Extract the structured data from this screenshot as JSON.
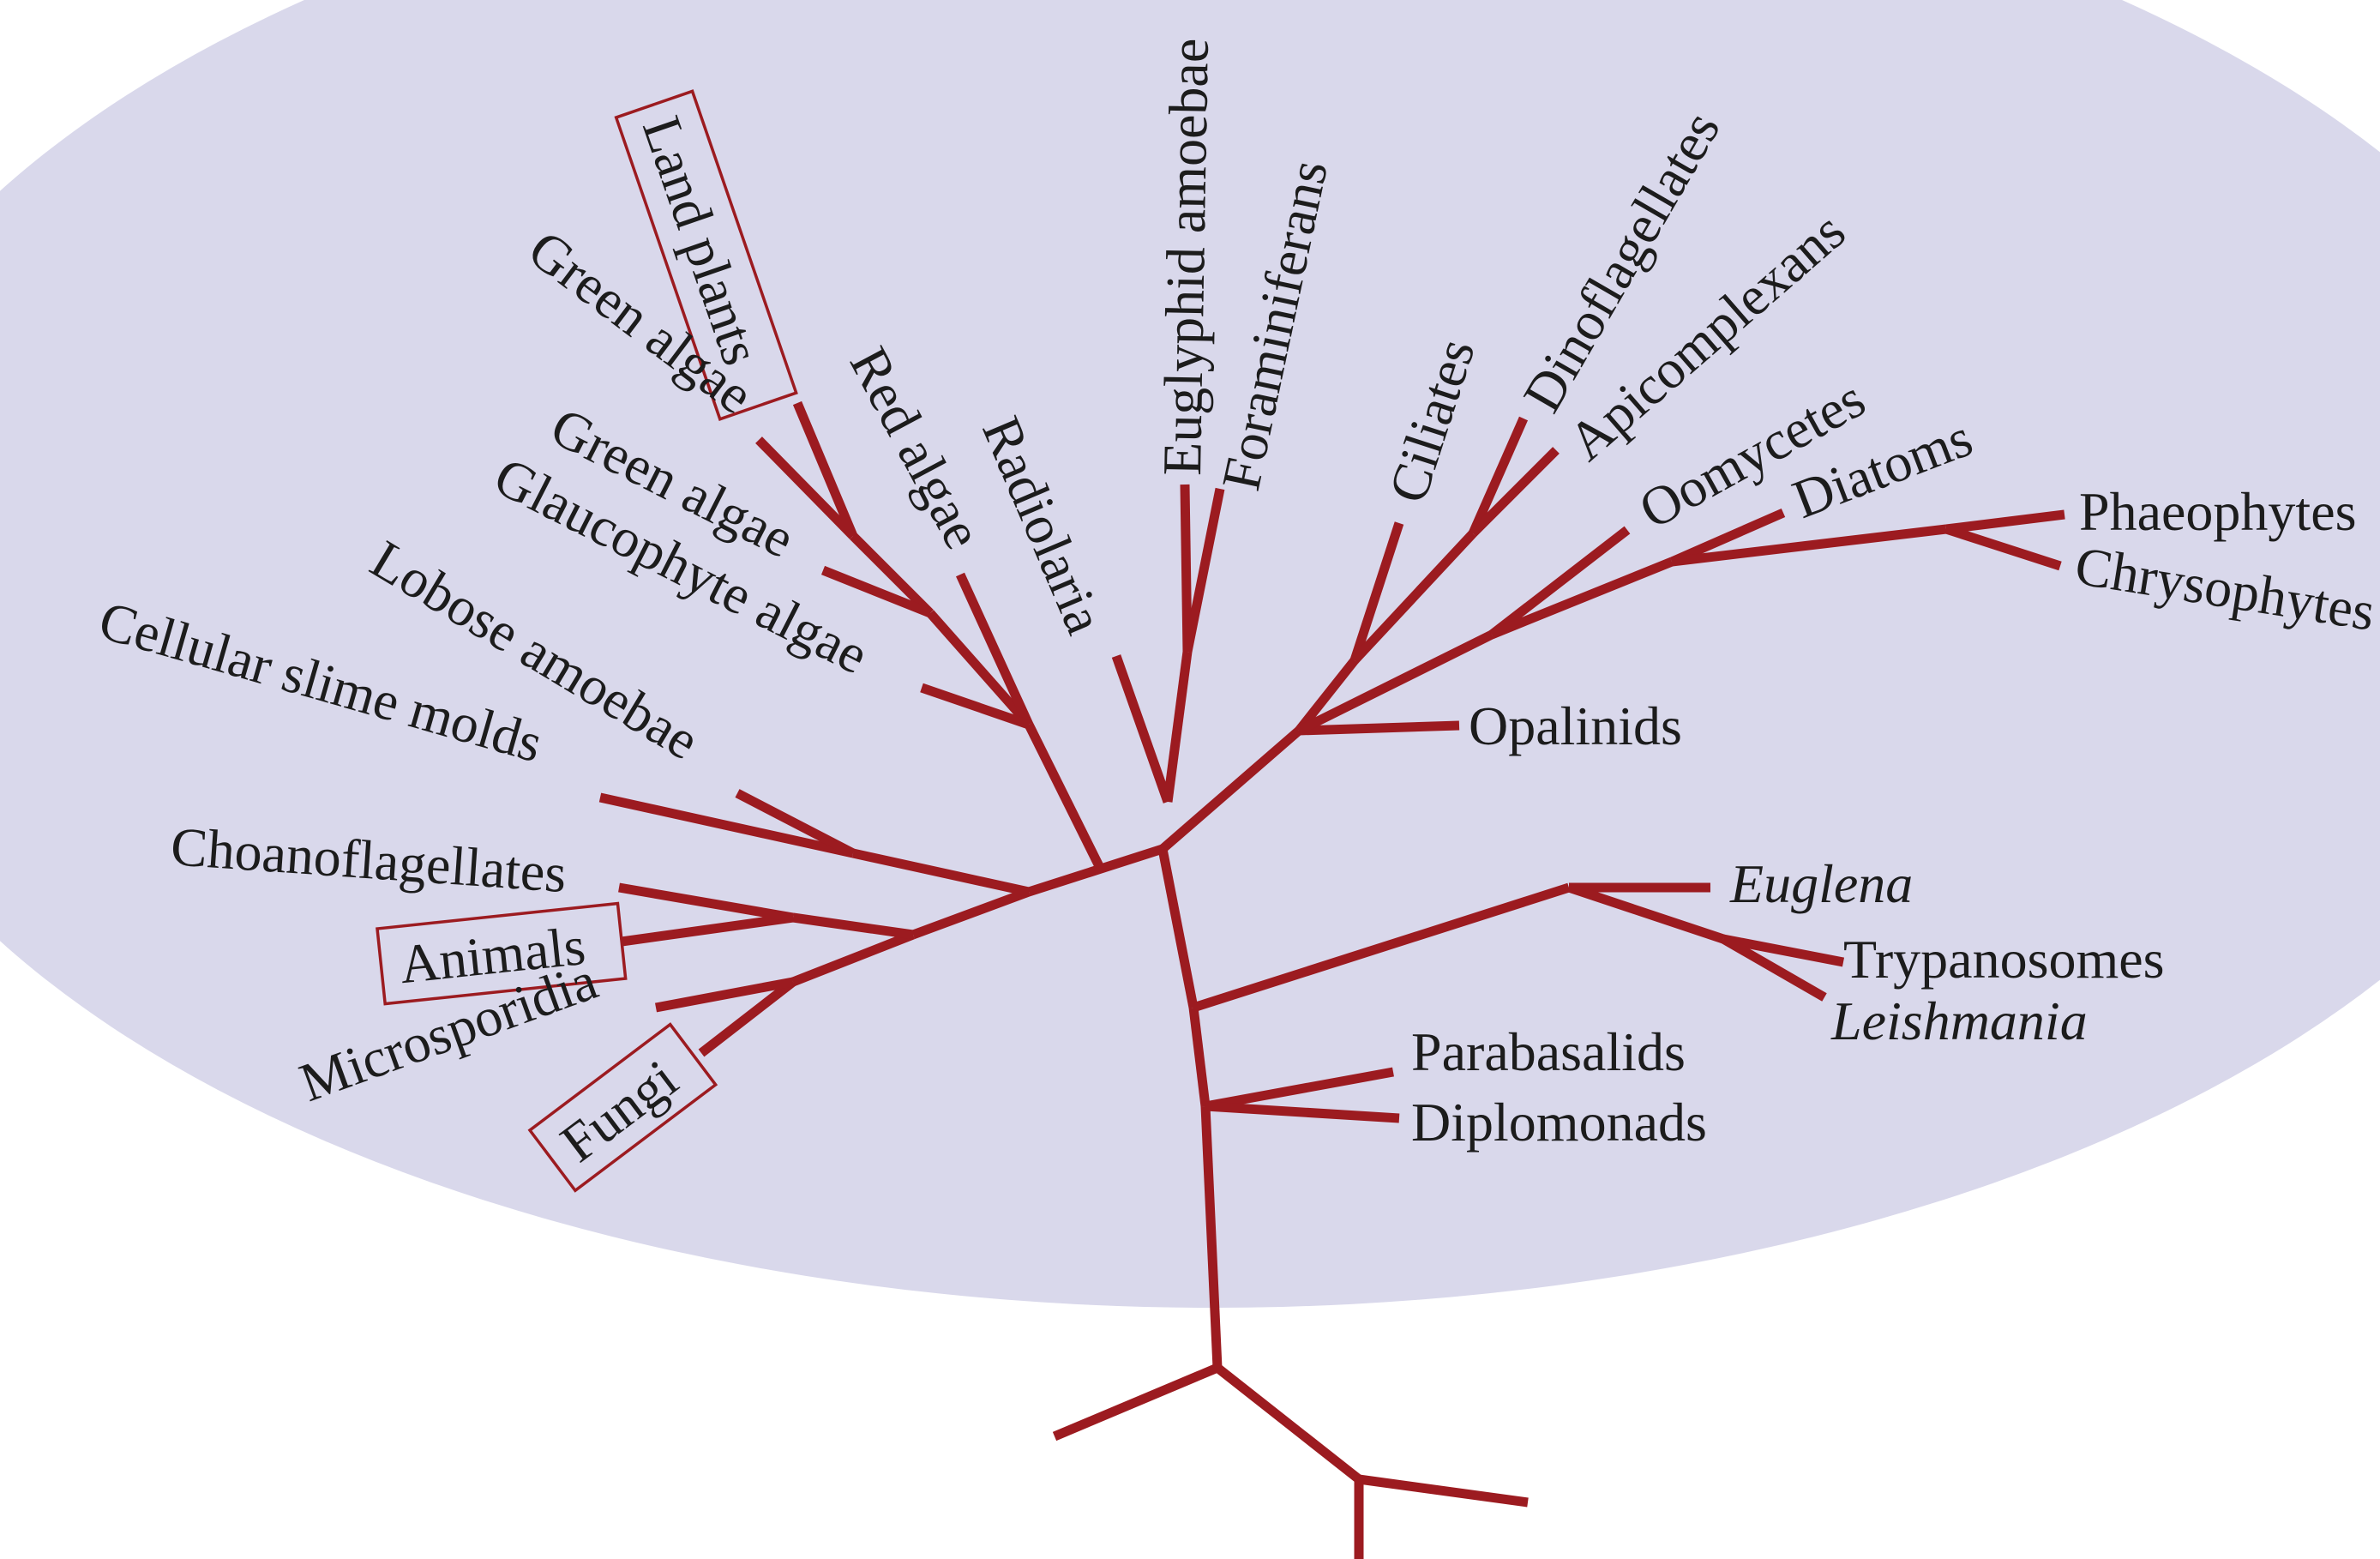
{
  "diagram": {
    "background_color": "#d9d8eb",
    "branch_color": "#9c1b20",
    "labels": {
      "land_plants": "Land plants",
      "green_algae_1": "Green algae",
      "green_algae_2": "Green algae",
      "red_algae": "Red algae",
      "radiolaria": "Radiolaria",
      "euglyphid_amoebae": "Euglyphid amoebae",
      "foraminiferans": "Foraminiferans",
      "ciliates": "Ciliates",
      "dinoflagellates": "Dinoflagellates",
      "apicomplexans": "Apicomplexans",
      "oomycetes": "Oomycetes",
      "diatoms": "Diatoms",
      "phaeophytes": "Phaeophytes",
      "chrysophytes": "Chrysophytes",
      "opalinids": "Opalinids",
      "glaucophyte_algae": "Glaucophyte algae",
      "lobose_amoebae": "Lobose amoebae",
      "cellular_slime_molds": "Cellular slime molds",
      "choanoflagellates": "Choanoflagellates",
      "animals": "Animals",
      "microsporidia": "Microsporidia",
      "fungi": "Fungi",
      "euglena": "Euglena",
      "trypanosomes": "Trypanosomes",
      "leishmania": "Leishmania",
      "parabasalids": "Parabasalids",
      "diplomonads": "Diplomonads"
    },
    "boxed_groups": [
      "Land plants",
      "Animals",
      "Fungi"
    ],
    "italic_taxa": [
      "Euglena",
      "Leishmania"
    ]
  }
}
